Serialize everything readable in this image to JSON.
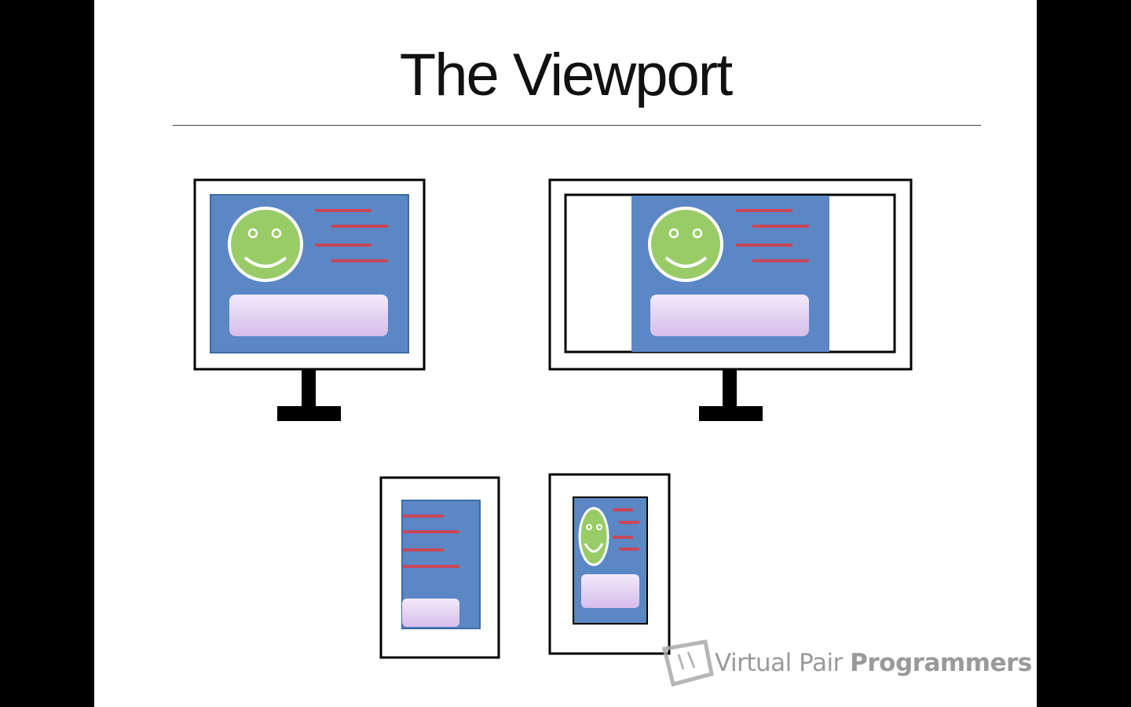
{
  "slide": {
    "title": "The Viewport"
  },
  "watermark": {
    "brand_light": "Virtual Pair",
    "brand_bold": "Programmers"
  },
  "colors": {
    "page_background": "#ffffff",
    "frame": "#000000",
    "screen_blue": "#5b87c5",
    "face_green": "#99cc66",
    "line_red": "#c8475a",
    "box_lavender": "#dcc7ef"
  },
  "diagram": {
    "devices": [
      {
        "name": "desktop-monitor",
        "icon": "monitor-icon"
      },
      {
        "name": "widescreen-monitor",
        "icon": "monitor-icon"
      },
      {
        "name": "phone-cropped",
        "icon": "phone-icon"
      },
      {
        "name": "phone-scaled",
        "icon": "phone-icon"
      }
    ]
  }
}
